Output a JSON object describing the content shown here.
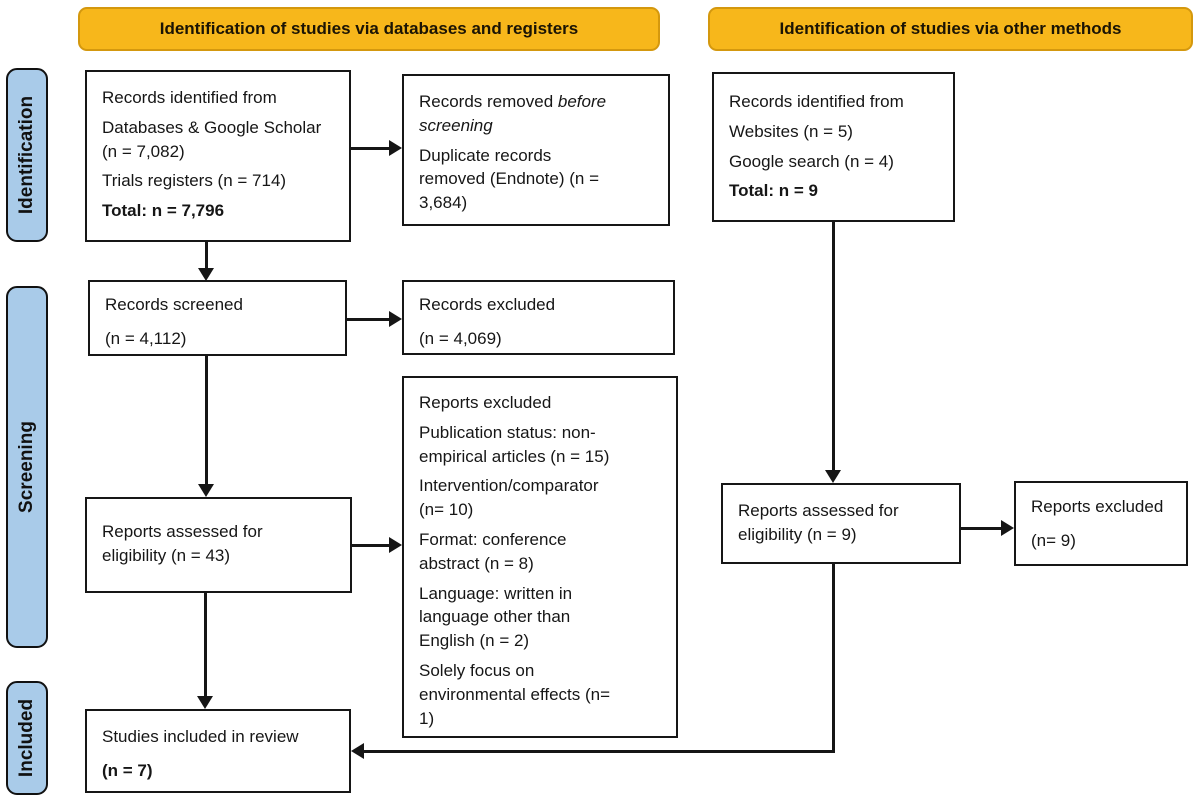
{
  "banners": {
    "databases": "Identification of studies via databases and registers",
    "other": "Identification of studies via other methods"
  },
  "stages": {
    "identification": "Identification",
    "screening": "Screening",
    "included": "Included"
  },
  "boxes": {
    "records_identified_db": {
      "intro": "Records identified from",
      "items": [
        "Databases & Google Scholar (n = 7,082)",
        "Trials registers (n = 714)"
      ],
      "total": "Total: n = 7,796"
    },
    "records_removed": {
      "prefix": "Records removed ",
      "emphasis": "before screening",
      "items": [
        "Duplicate records removed (Endnote) (n = 3,684)"
      ]
    },
    "records_identified_other": {
      "intro": "Records identified from",
      "items": [
        "Websites (n = 5)",
        "Google search (n = 4)"
      ],
      "total": "Total: n = 9"
    },
    "records_screened": {
      "line1": "Records screened",
      "line2": "(n = 4,112)"
    },
    "records_excluded": {
      "line1": "Records excluded",
      "line2": "(n = 4,069)"
    },
    "reports_excluded_reasons": {
      "title": "Reports excluded",
      "items": [
        "Publication status: non-empirical articles (n = 15)",
        "Intervention/comparator (n= 10)",
        "Format: conference abstract (n = 8)",
        "Language: written in language other than English (n = 2)",
        "Solely focus on environmental effects (n= 1)"
      ]
    },
    "reports_assessed_db": {
      "text": "Reports assessed for eligibility (n = 43)"
    },
    "reports_assessed_other": {
      "text": "Reports assessed for eligibility (n = 9)"
    },
    "reports_excluded_other": {
      "line1": "Reports excluded",
      "line2": "(n= 9)"
    },
    "studies_included": {
      "line1": "Studies included in review",
      "line2": "(n = 7)"
    }
  },
  "colors": {
    "banner_fill": "#F7B71B",
    "banner_border": "#D4980E",
    "stage_fill": "#A9CBE9",
    "line": "#161616"
  }
}
